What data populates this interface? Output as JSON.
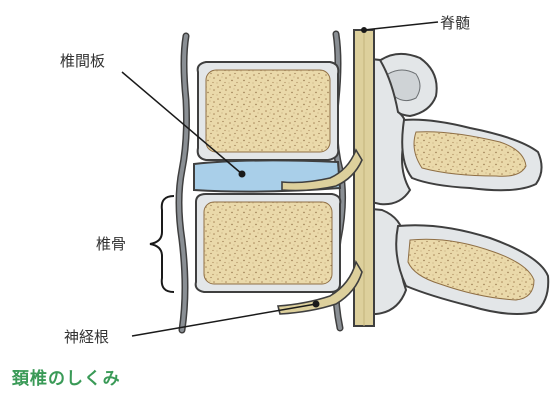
{
  "labels": {
    "spinal_cord": "脊髄",
    "intervertebral_disc": "椎間板",
    "vertebra": "椎骨",
    "nerve_root": "神経根"
  },
  "caption": "頚椎のしくみ",
  "colors": {
    "caption": "#3a9a57",
    "bone_fill": "#e8d6a6",
    "bone_speckle": "#a9875a",
    "disc": "#a9cfe9",
    "cord": "#ddd09c",
    "ligament": "#8a8f94",
    "posterior_bone": "#e3e6e8"
  }
}
